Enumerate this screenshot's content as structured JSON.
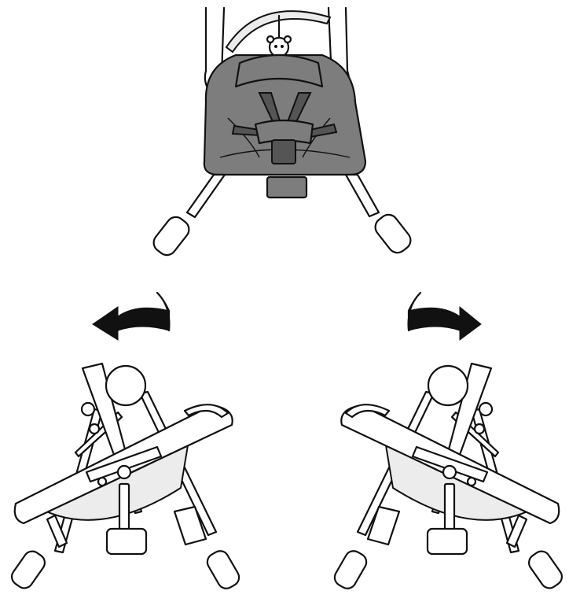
{
  "figure": {
    "views": [
      "front-view-swing",
      "side-view-swing-left",
      "side-view-swing-right"
    ],
    "arrows": [
      {
        "icon": "curved-arrow-left-icon",
        "direction": "left"
      },
      {
        "icon": "curved-arrow-right-icon",
        "direction": "right"
      }
    ],
    "colors": {
      "seat": "#7d7d7d",
      "outline": "#111111",
      "background": "#ffffff",
      "arrow": "#111111"
    }
  }
}
